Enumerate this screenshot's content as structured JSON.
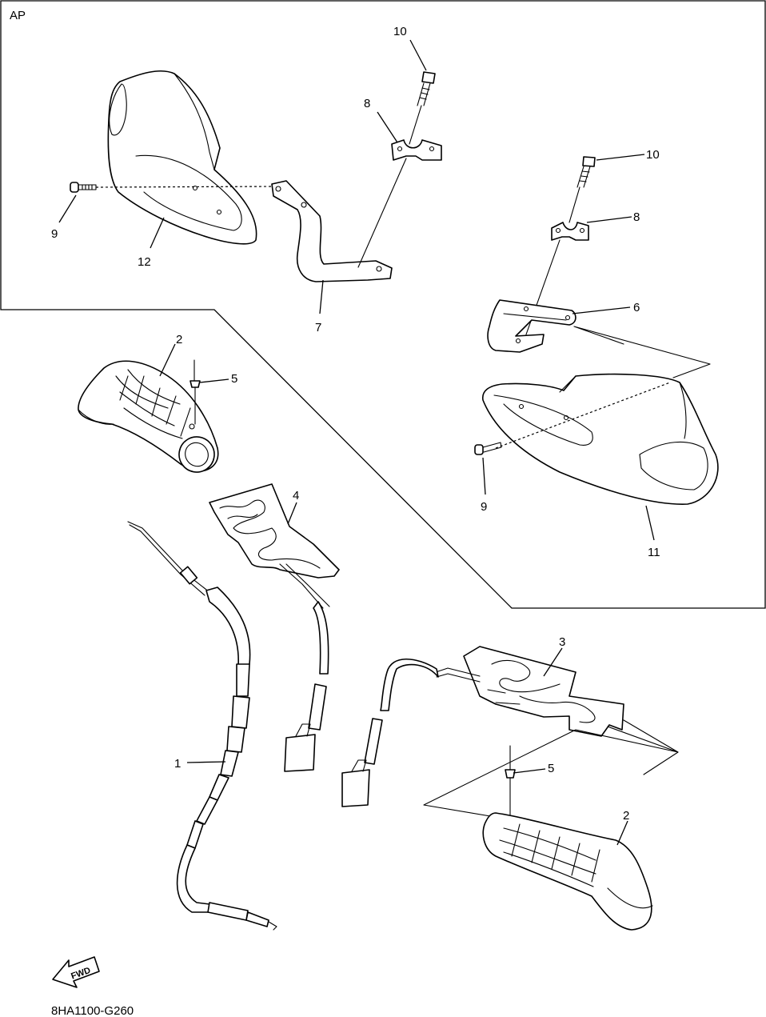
{
  "box_label": "AP",
  "drawing_code": "8HA1100-G260",
  "fwd_label": "FWD",
  "callouts": {
    "c10a": "10",
    "c8a": "8",
    "c9a": "9",
    "c12": "12",
    "c7": "7",
    "c10b": "10",
    "c8b": "8",
    "c6": "6",
    "c9b": "9",
    "c11": "11",
    "c2a": "2",
    "c5a": "5",
    "c4": "4",
    "c1": "1",
    "c3": "3",
    "c5b": "5",
    "c2b": "2"
  }
}
